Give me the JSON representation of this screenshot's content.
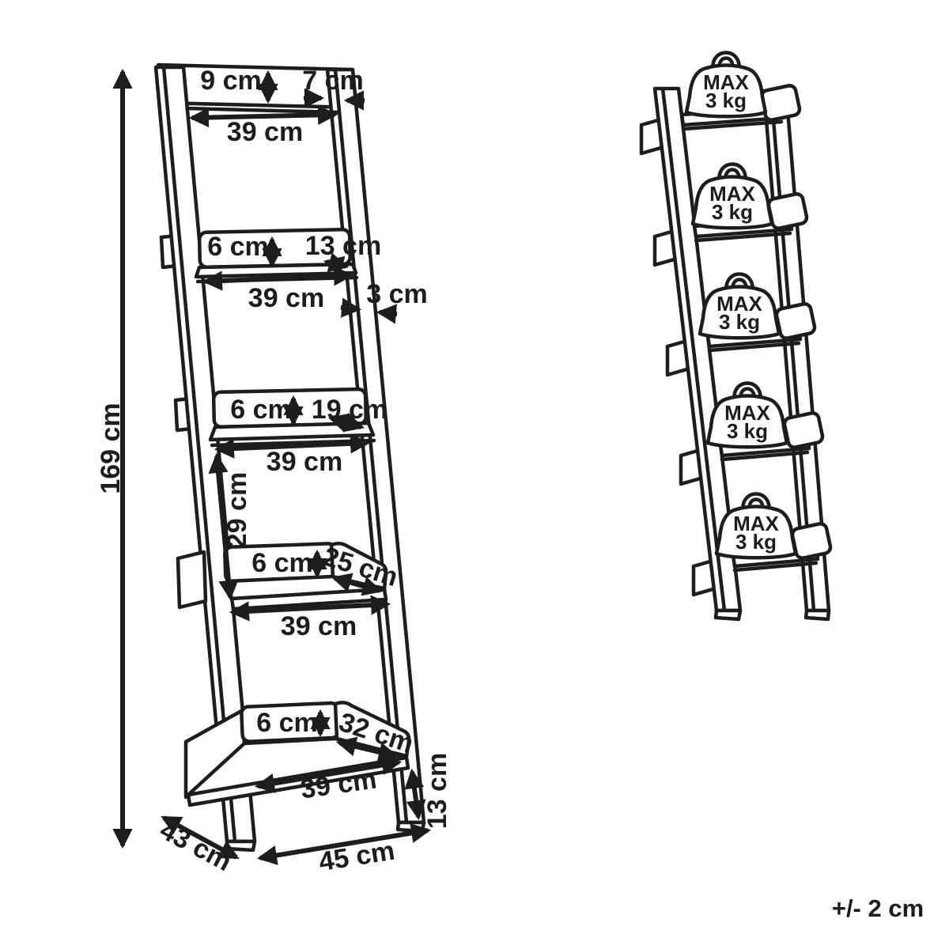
{
  "diagram": {
    "background_color": "#ffffff",
    "line_color": "#1d1d1b",
    "tolerance_note": "+/- 2 cm",
    "dimensioned_view": {
      "total_height": "169 cm",
      "top_shelf": {
        "back_height": "9 cm",
        "frame_depth": "7 cm",
        "inner_width": "39 cm"
      },
      "shelf_2": {
        "lip_height": "6 cm",
        "shelf_depth": "13 cm",
        "inner_width": "39 cm",
        "frame_thickness": "3 cm"
      },
      "shelf_3": {
        "lip_height": "6 cm",
        "shelf_depth": "19 cm",
        "inner_width": "39 cm",
        "spacing_to_shelf_4": "29 cm"
      },
      "shelf_4": {
        "lip_height": "6 cm",
        "shelf_depth": "25 cm",
        "inner_width": "39 cm"
      },
      "shelf_5": {
        "lip_height": "6 cm",
        "shelf_depth": "32 cm",
        "inner_width": "39 cm",
        "foot_height": "13 cm"
      },
      "base": {
        "depth": "43 cm",
        "width": "45 cm"
      }
    },
    "load_view": {
      "weights": [
        {
          "line1": "MAX",
          "line2": "3 kg"
        },
        {
          "line1": "MAX",
          "line2": "3 kg"
        },
        {
          "line1": "MAX",
          "line2": "3 kg"
        },
        {
          "line1": "MAX",
          "line2": "3 kg"
        },
        {
          "line1": "MAX",
          "line2": "3 kg"
        }
      ]
    }
  }
}
